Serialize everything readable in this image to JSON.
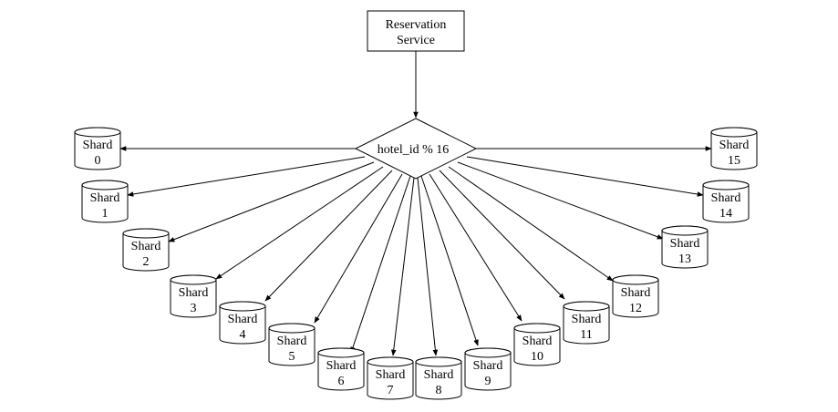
{
  "service": {
    "line1": "Reservation",
    "line2": "Service"
  },
  "router": {
    "label": "hotel_id % 16"
  },
  "shards": [
    {
      "line1": "Shard",
      "line2": "0"
    },
    {
      "line1": "Shard",
      "line2": "1"
    },
    {
      "line1": "Shard",
      "line2": "2"
    },
    {
      "line1": "Shard",
      "line2": "3"
    },
    {
      "line1": "Shard",
      "line2": "4"
    },
    {
      "line1": "Shard",
      "line2": "5"
    },
    {
      "line1": "Shard",
      "line2": "6"
    },
    {
      "line1": "Shard",
      "line2": "7"
    },
    {
      "line1": "Shard",
      "line2": "8"
    },
    {
      "line1": "Shard",
      "line2": "9"
    },
    {
      "line1": "Shard",
      "line2": "10"
    },
    {
      "line1": "Shard",
      "line2": "11"
    },
    {
      "line1": "Shard",
      "line2": "12"
    },
    {
      "line1": "Shard",
      "line2": "13"
    },
    {
      "line1": "Shard",
      "line2": "14"
    },
    {
      "line1": "Shard",
      "line2": "15"
    }
  ],
  "colors": {
    "stroke": "#000000",
    "fill": "#ffffff"
  }
}
